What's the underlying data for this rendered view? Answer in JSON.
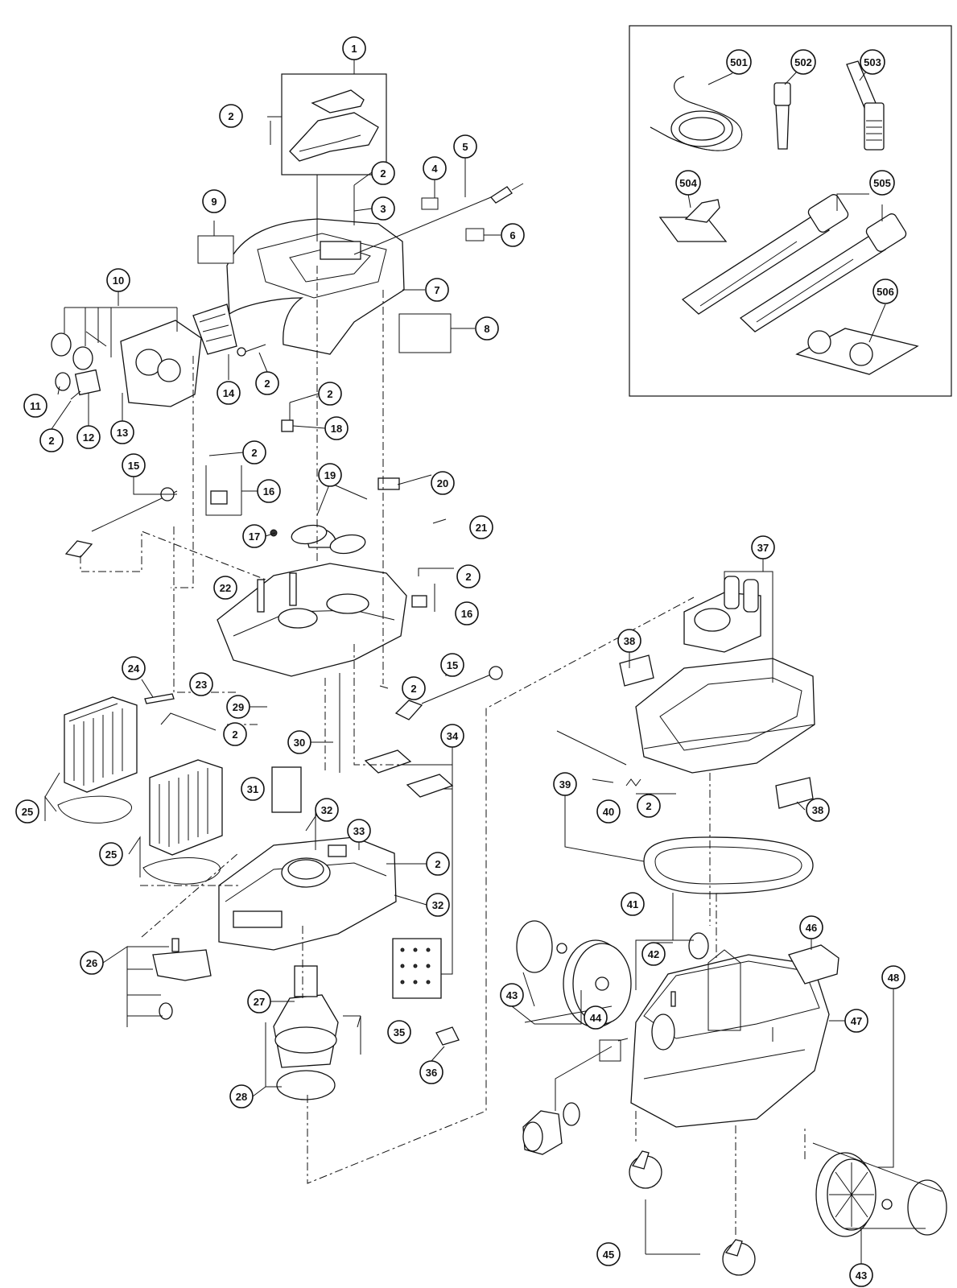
{
  "callouts": [
    {
      "id": "c1",
      "text": "1"
    },
    {
      "id": "c2a",
      "text": "2"
    },
    {
      "id": "c2b",
      "text": "2"
    },
    {
      "id": "c3",
      "text": "3"
    },
    {
      "id": "c4",
      "text": "4"
    },
    {
      "id": "c5",
      "text": "5"
    },
    {
      "id": "c6",
      "text": "6"
    },
    {
      "id": "c7",
      "text": "7"
    },
    {
      "id": "c8",
      "text": "8"
    },
    {
      "id": "c9",
      "text": "9"
    },
    {
      "id": "c10",
      "text": "10"
    },
    {
      "id": "c11",
      "text": "11"
    },
    {
      "id": "c2c",
      "text": "2"
    },
    {
      "id": "c12",
      "text": "12"
    },
    {
      "id": "c13",
      "text": "13"
    },
    {
      "id": "c14",
      "text": "14"
    },
    {
      "id": "c2d",
      "text": "2"
    },
    {
      "id": "c2e",
      "text": "2"
    },
    {
      "id": "c18",
      "text": "18"
    },
    {
      "id": "c15a",
      "text": "15"
    },
    {
      "id": "c2f",
      "text": "2"
    },
    {
      "id": "c16a",
      "text": "16"
    },
    {
      "id": "c17",
      "text": "17"
    },
    {
      "id": "c19",
      "text": "19"
    },
    {
      "id": "c20",
      "text": "20"
    },
    {
      "id": "c21",
      "text": "21"
    },
    {
      "id": "c2g",
      "text": "2"
    },
    {
      "id": "c22",
      "text": "22"
    },
    {
      "id": "c16b",
      "text": "16"
    },
    {
      "id": "c23",
      "text": "23"
    },
    {
      "id": "c2h",
      "text": "2"
    },
    {
      "id": "c15b",
      "text": "15"
    },
    {
      "id": "c24",
      "text": "24"
    },
    {
      "id": "c29",
      "text": "29"
    },
    {
      "id": "c2i",
      "text": "2"
    },
    {
      "id": "c30",
      "text": "30"
    },
    {
      "id": "c34",
      "text": "34"
    },
    {
      "id": "c25a",
      "text": "25"
    },
    {
      "id": "c25b",
      "text": "25"
    },
    {
      "id": "c31",
      "text": "31"
    },
    {
      "id": "c32a",
      "text": "32"
    },
    {
      "id": "c33",
      "text": "33"
    },
    {
      "id": "c2j",
      "text": "2"
    },
    {
      "id": "c32b",
      "text": "32"
    },
    {
      "id": "c26",
      "text": "26"
    },
    {
      "id": "c27",
      "text": "27"
    },
    {
      "id": "c35",
      "text": "35"
    },
    {
      "id": "c36",
      "text": "36"
    },
    {
      "id": "c28",
      "text": "28"
    },
    {
      "id": "c501",
      "text": "501"
    },
    {
      "id": "c502",
      "text": "502"
    },
    {
      "id": "c503",
      "text": "503"
    },
    {
      "id": "c504",
      "text": "504"
    },
    {
      "id": "c505",
      "text": "505"
    },
    {
      "id": "c506",
      "text": "506"
    },
    {
      "id": "c37",
      "text": "37"
    },
    {
      "id": "c38a",
      "text": "38"
    },
    {
      "id": "c39",
      "text": "39"
    },
    {
      "id": "c40",
      "text": "40"
    },
    {
      "id": "c2k",
      "text": "2"
    },
    {
      "id": "c38b",
      "text": "38"
    },
    {
      "id": "c41",
      "text": "41"
    },
    {
      "id": "c46",
      "text": "46"
    },
    {
      "id": "c42",
      "text": "42"
    },
    {
      "id": "c43a",
      "text": "43"
    },
    {
      "id": "c44",
      "text": "44"
    },
    {
      "id": "c47",
      "text": "47"
    },
    {
      "id": "c48",
      "text": "48"
    },
    {
      "id": "c45",
      "text": "45"
    },
    {
      "id": "c43b",
      "text": "43"
    }
  ]
}
